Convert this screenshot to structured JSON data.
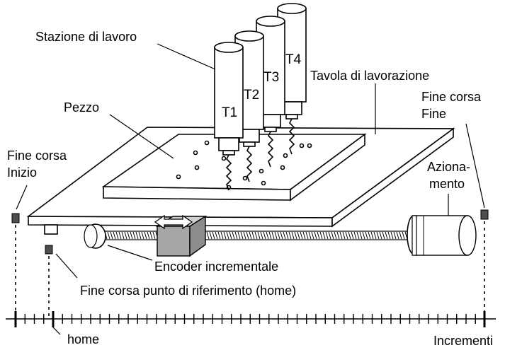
{
  "labels": {
    "station": "Stazione di lavoro",
    "table": "Tavola di lavorazione",
    "workpiece": "Pezzo",
    "limit_start_line1": "Fine corsa",
    "limit_start_line2": "Inizio",
    "limit_end_line1": "Fine corsa",
    "limit_end_line2": "Fine",
    "drive_line1": "Aziona-",
    "drive_line2": "mento",
    "encoder": "Encoder incrementale",
    "home_limit": "Fine corsa punto di riferimento (home)",
    "home": "home",
    "increments": "Incrementi"
  },
  "tools": [
    "T1",
    "T2",
    "T3",
    "T4"
  ],
  "colors": {
    "ink": "#000000",
    "encoder_block": "#a6a6a6",
    "switch": "#4d4d4d",
    "motor": "#ffffff"
  }
}
